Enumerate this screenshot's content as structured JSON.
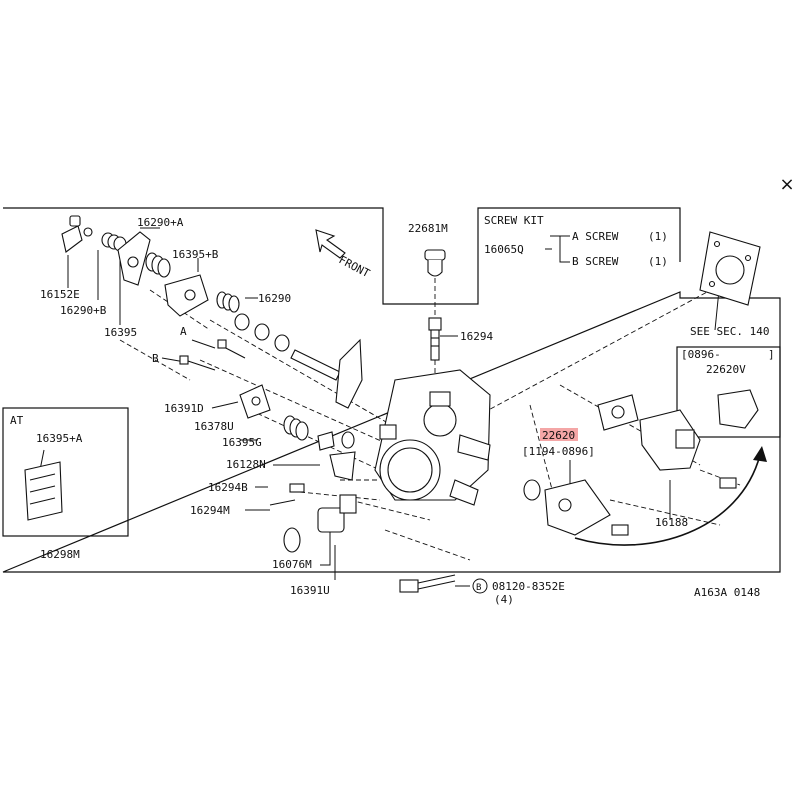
{
  "close_label": "×",
  "highlight_color": "#f4a6a6",
  "labels": {
    "p22681M": "22681M",
    "screw_kit": "SCREW KIT",
    "p16065Q": "16065Q",
    "a_screw": "A SCREW",
    "a_qty": "(1)",
    "b_screw": "B SCREW",
    "b_qty": "(1)",
    "front": "FRONT",
    "p16290A": "16290+A",
    "p16395B": "16395+B",
    "p16152E": "16152E",
    "p16290B": "16290+B",
    "p16290": "16290",
    "p16395": "16395",
    "marker_A": "A",
    "marker_B": "B",
    "p16294": "16294",
    "p16391D": "16391D",
    "p16378U": "16378U",
    "p16395G": "16395G",
    "p16128N": "16128N",
    "p16294B": "16294B",
    "p16294M": "16294M",
    "p16076M": "16076M",
    "p16391U": "16391U",
    "at": "AT",
    "p16395A": "16395+A",
    "p16298M": "16298M",
    "see_sec": "SEE SEC. 140",
    "date_0896": "[0896-",
    "date_0896_close": "]",
    "p22620V": "22620V",
    "p22620": "22620",
    "date_range": "[1194-0896]",
    "p16188": "16188",
    "bolt_circle": "B",
    "bolt_part": "08120-8352E",
    "bolt_qty": "(4)",
    "footer": "A163A 0148"
  }
}
